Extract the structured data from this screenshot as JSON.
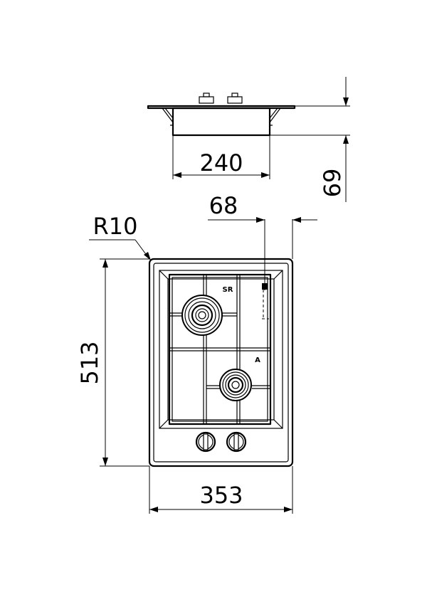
{
  "dimensions": {
    "top_width": "240",
    "height": "69",
    "offset": "68",
    "radius": "R10",
    "depth": "513",
    "width": "353"
  },
  "burners": {
    "rapid": "SR",
    "auxiliary": "A"
  }
}
